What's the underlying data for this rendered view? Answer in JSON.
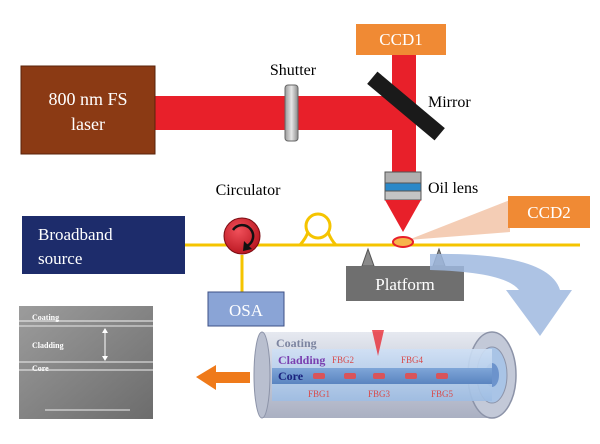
{
  "title": "",
  "components": {
    "laser": "800 nm FS laser",
    "shutter": "Shutter",
    "ccd1": "CCD1",
    "mirror": "Mirror",
    "oil_lens": "Oil lens",
    "ccd2": "CCD2",
    "circulator": "Circulator",
    "broadband_source": "Broadband source",
    "osa": "OSA",
    "platform": "Platform"
  },
  "fiber_detail": {
    "coating": "Coating",
    "cladding": "Cladding",
    "core": "Core",
    "gratings_top": [
      "FBG2",
      "FBG4"
    ],
    "gratings_bottom": [
      "FBG1",
      "FBG3",
      "FBG5"
    ]
  },
  "micrograph": {
    "labels": [
      "Coating",
      "Cladding",
      "Core"
    ]
  },
  "colors": {
    "laser_beam": "#e8202a",
    "laser_box": "#8b3a14",
    "ccd_box": "#f08a34",
    "fiber": "#f5c400",
    "broadband_box": "#1d2c6b",
    "osa_box": "#8aa4d6",
    "platform_box": "#6f6f6f",
    "circulator": "#d8202a",
    "arrow_blue": "#9fb8df",
    "arrow_orange": "#ef7a1a"
  }
}
